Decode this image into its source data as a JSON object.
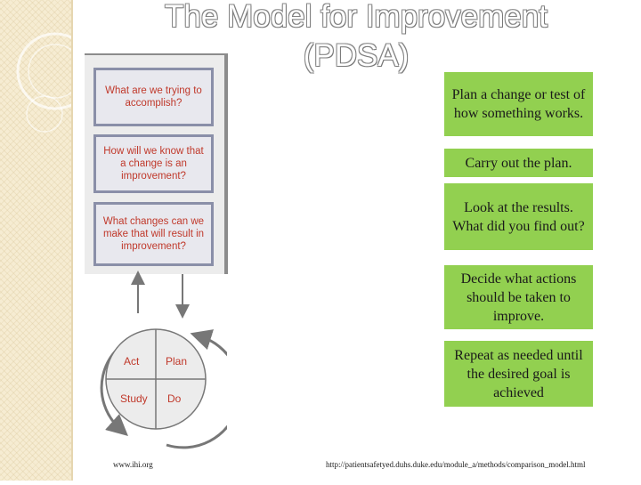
{
  "title": {
    "line1": "The Model for Improvement",
    "line2": "(PDSA)"
  },
  "questions": [
    "What are we trying to accomplish?",
    "How will we know that a change is an improvement?",
    "What changes can we make that will result in improvement?"
  ],
  "cycle": {
    "act": "Act",
    "plan": "Plan",
    "study": "Study",
    "do": "Do"
  },
  "steps": [
    "Plan a change or test of how something works.",
    "Carry out the plan.",
    "Look at the results. What did you find out?",
    "Decide what actions should be taken to improve.",
    "Repeat as needed until the desired goal is achieved"
  ],
  "footer": {
    "left": "www.ihi.org",
    "right": "http://patientsafetyed.duhs.duke.edu/module_a/methods/comparison_model.html"
  },
  "colors": {
    "step_box": "#92d050",
    "question_text": "#c0392b",
    "question_border": "#8a8fa8"
  }
}
